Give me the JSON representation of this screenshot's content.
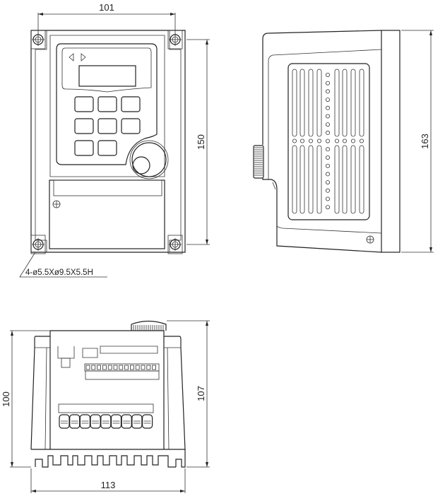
{
  "title": "Drive outline dimensions",
  "colors": {
    "line": "#222222",
    "background": "#ffffff"
  },
  "dimensions": {
    "front_width": "101",
    "front_height": "150",
    "side_height": "163",
    "bottom_height": "100",
    "bottom_total_height": "107",
    "bottom_width": "113"
  },
  "notes": {
    "mounting_holes": "4-ø5.5Xø9.5X5.5H"
  },
  "icons": [
    "arrow-left-icon",
    "arrow-right-icon",
    "screw-icon",
    "knob-icon"
  ]
}
